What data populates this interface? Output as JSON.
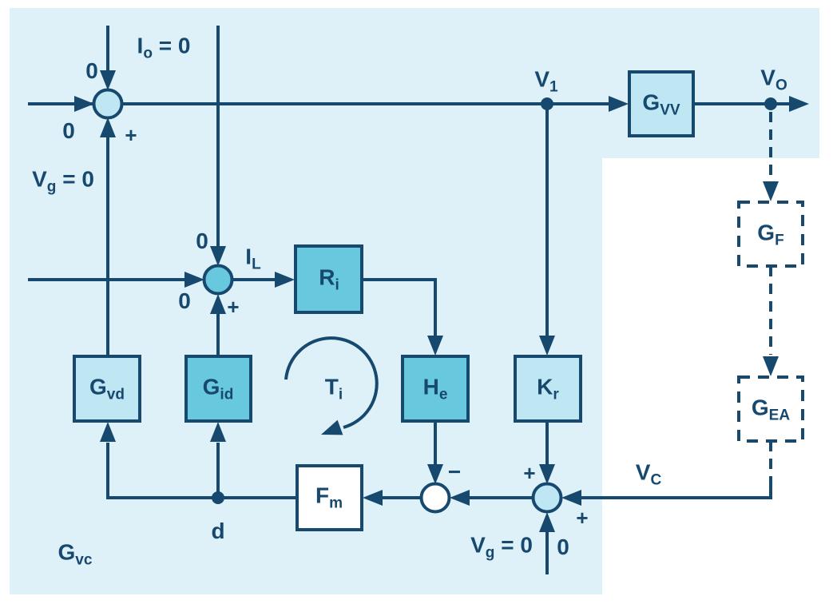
{
  "colors": {
    "ink": "#17496F",
    "background_panel": "#DFF1F8",
    "block_light": "#BFE6F3",
    "block_medium": "#68C8DD",
    "block_white": "#FFFFFF"
  },
  "diagram": {
    "blocks": {
      "gvv": "G_{VV}",
      "gf": "G_{F}",
      "gea": "G_{EA}",
      "ri": "R_{i}",
      "he": "H_{e}",
      "kr": "K_{r}",
      "gvd": "G_{vd}",
      "gid": "G_{id}",
      "fm": "F_{m}"
    },
    "labels": {
      "io_zero": "I_{o} = 0",
      "vg_zero_left": "V_{g} = 0",
      "vg_zero_bottom": "V_{g} = 0",
      "v1": "V_{1}",
      "vo": "V_{O}",
      "il": "I_{L}",
      "vc": "V_{C}",
      "ti": "T_{i}",
      "gvc": "G_{vc}",
      "d": "d"
    },
    "symbols": {
      "zero": "0",
      "plus": "+",
      "minus": "−"
    }
  }
}
